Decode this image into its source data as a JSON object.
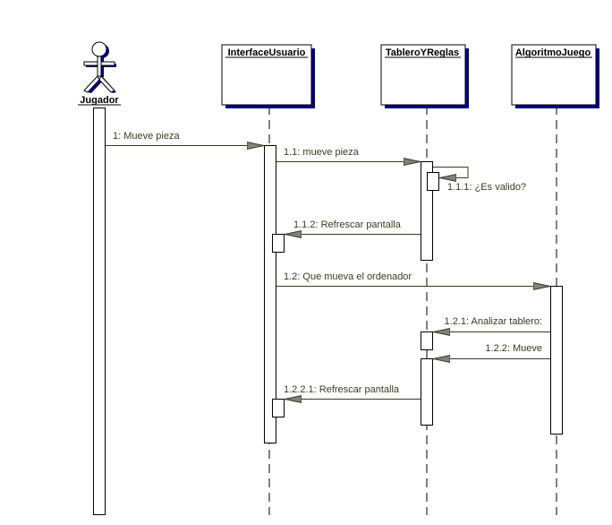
{
  "diagram": {
    "type": "UML sequence diagram",
    "colors": {
      "line": "#000000",
      "message": "#3b3b1f",
      "arrowhead": "#808080",
      "shadow": "#000080",
      "box_fill": "#ffffff"
    },
    "participants": [
      {
        "id": "jugador",
        "label": "Jugador",
        "kind": "actor"
      },
      {
        "id": "interface",
        "label": "InterfaceUsuario",
        "kind": "object"
      },
      {
        "id": "tablero",
        "label": "TableroYReglas",
        "kind": "object"
      },
      {
        "id": "algoritmo",
        "label": "AlgoritmoJuego",
        "kind": "object"
      }
    ],
    "messages": [
      {
        "label": "1: Mueve pieza",
        "from": "jugador",
        "to": "interface"
      },
      {
        "label": "1.1: mueve pieza",
        "from": "interface",
        "to": "tablero"
      },
      {
        "label": "1.1.1: ¿Es valido?",
        "from": "tablero",
        "to": "tablero"
      },
      {
        "label": "1.1.2: Refrescar pantalla",
        "from": "tablero",
        "to": "interface"
      },
      {
        "label": "1.2: Que mueva el ordenador",
        "from": "interface",
        "to": "algoritmo"
      },
      {
        "label": "1.2.1: Analizar tablero:",
        "from": "algoritmo",
        "to": "tablero"
      },
      {
        "label": "1.2.2: Mueve",
        "from": "algoritmo",
        "to": "tablero"
      },
      {
        "label": "1.2.2.1: Refrescar pantalla",
        "from": "tablero",
        "to": "interface"
      }
    ]
  }
}
